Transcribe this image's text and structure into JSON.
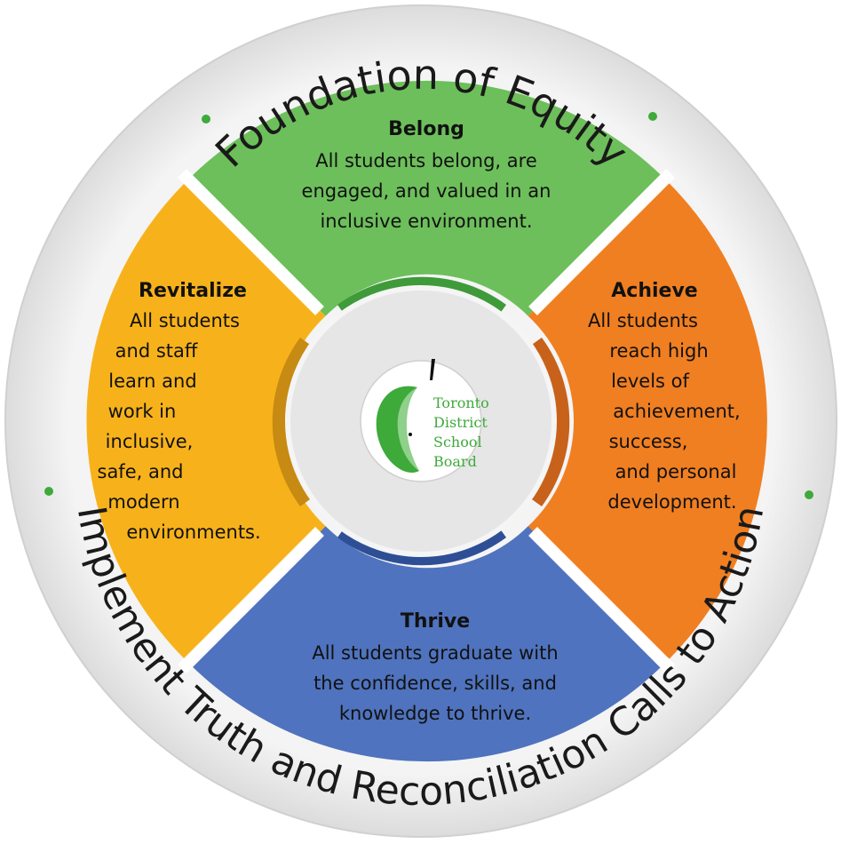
{
  "ring": {
    "top_text": "Foundation of Equity",
    "bottom_text": "Implement Truth and Reconciliation Calls to Action"
  },
  "segments": {
    "belong": {
      "title": "Belong",
      "lines": [
        "All students belong, are",
        "engaged, and valued in an",
        "inclusive environment."
      ],
      "color": "#6dbf5b",
      "inner_color": "#3f9a3a"
    },
    "achieve": {
      "title": "Achieve",
      "lines": [
        "All students",
        "reach high",
        "levels of",
        "achievement,",
        "success,",
        "and personal",
        "development."
      ],
      "color": "#f07f22",
      "inner_color": "#c8621a"
    },
    "thrive": {
      "title": "Thrive",
      "lines": [
        "All students graduate with",
        "the confidence, skills, and",
        "knowledge to thrive."
      ],
      "color": "#4f73be",
      "inner_color": "#2e4f96"
    },
    "revitalize": {
      "title": "Revitalize",
      "lines": [
        "All students",
        "and staff",
        "learn and",
        "work in",
        "inclusive,",
        "safe, and",
        "modern",
        "environments."
      ],
      "color": "#f7b21b",
      "inner_color": "#c78a12"
    }
  },
  "logo": {
    "lines": [
      "Toronto",
      "District",
      "School",
      "Board"
    ],
    "color": "#3daa3a"
  },
  "colors": {
    "outer_ring": "#e9e9e9",
    "outer_ring_edge": "#d0d0d0",
    "dot": "#3daa3a",
    "center_disc": "#e6e6e6"
  }
}
